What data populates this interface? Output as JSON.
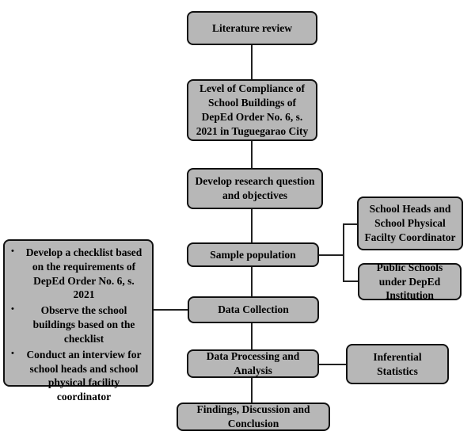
{
  "diagram": {
    "main_steps": [
      "Literature review",
      "Level of Compliance of School Buildings of DepEd Order No. 6, s. 2021 in Tuguegarao City",
      "Develop research question and objectives",
      "Sample population",
      "Data Collection",
      "Data Processing and Analysis",
      "Findings, Discussion and Conclusion"
    ],
    "sample_population_branches": [
      "School Heads and School Physical Facilty Coordinator",
      "Public Schools under DepEd Institution"
    ],
    "data_collection_steps": [
      "Develop a checklist based on the requirements of DepEd Order No. 6, s. 2021",
      "Observe the school buildings based on the checklist",
      "Conduct an interview for school heads and school physical facility coordinator"
    ],
    "analysis_method": "Inferential Statistics"
  },
  "colors": {
    "box_fill": "#b7b7b7",
    "box_border": "#111111",
    "connector": "#222222",
    "background": "#ffffff"
  }
}
